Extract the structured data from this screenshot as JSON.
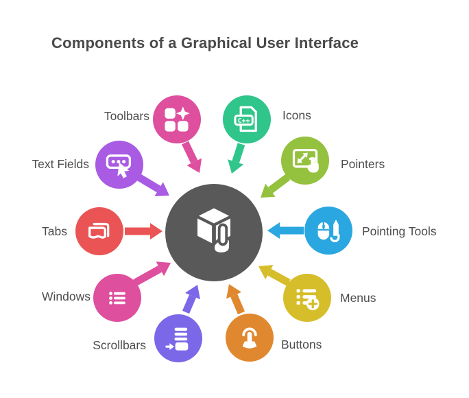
{
  "title": "Components of a Graphical User Interface",
  "hub": {
    "icon": "cube-pointer-icon",
    "color": "#595959"
  },
  "items": [
    {
      "label": "Toolbars",
      "color": "#de4f9e",
      "icon": "toolbars-grid-sparkle-icon"
    },
    {
      "label": "Icons",
      "color": "#30c58a",
      "icon": "cpp-file-icon",
      "badge": "C++"
    },
    {
      "label": "Text Fields",
      "color": "#a95be4",
      "icon": "text-field-cursor-icon"
    },
    {
      "label": "Pointers",
      "color": "#94c13e",
      "icon": "resize-touch-icon"
    },
    {
      "label": "Tabs",
      "color": "#ea5455",
      "icon": "stacked-tabs-icon"
    },
    {
      "label": "Pointing Tools",
      "color": "#2aa7e0",
      "icon": "mouse-pen-icon"
    },
    {
      "label": "Windows",
      "color": "#de4f9e",
      "icon": "bulleted-list-icon"
    },
    {
      "label": "Menus",
      "color": "#d6bd2a",
      "icon": "menu-add-icon"
    },
    {
      "label": "Scrollbars",
      "color": "#7b68e8",
      "icon": "scrollbar-thumb-icon"
    },
    {
      "label": "Buttons",
      "color": "#e0882f",
      "icon": "tap-finger-icon"
    }
  ]
}
